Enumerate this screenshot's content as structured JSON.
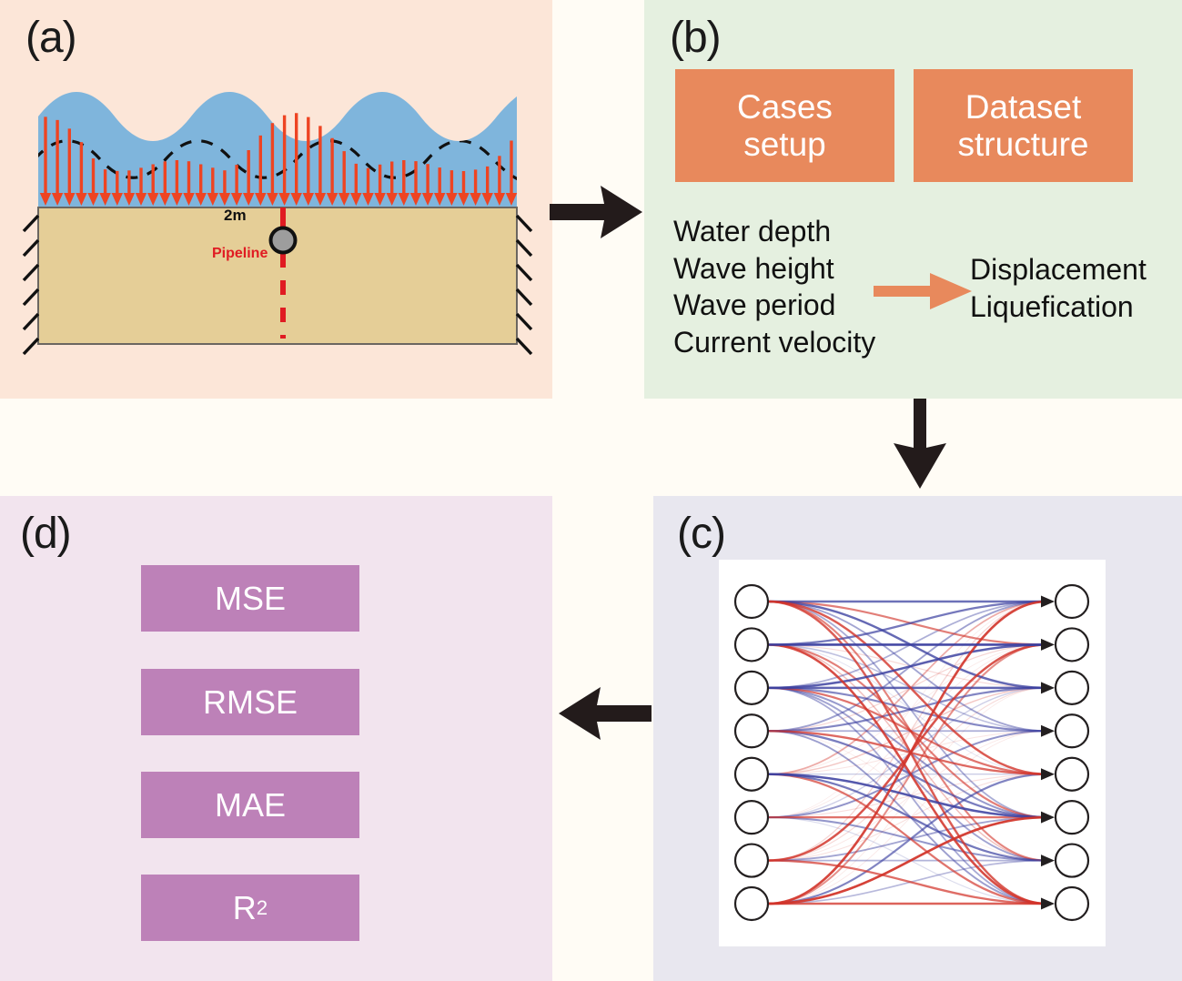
{
  "figure": {
    "panels": [
      {
        "id": "a",
        "label": "(a)"
      },
      {
        "id": "b",
        "label": "(b)"
      },
      {
        "id": "c",
        "label": "(c)"
      },
      {
        "id": "d",
        "label": "(d)"
      }
    ]
  },
  "panel_a": {
    "label": "(a)",
    "depth_label": "2m",
    "pipeline_label": "Pipeline",
    "colors": {
      "background": "#fce6d8",
      "water": "#7fb5dc",
      "soil": "#e5ce97",
      "load_arrow": "#ee4422",
      "pipeline_marker": "#e01b22",
      "pipe_fill": "#9d9d9d",
      "outline": "#6b6660"
    },
    "elements": {
      "water_surface": "wavy-free-surface",
      "wave_orbit": "dashed-wave-curve",
      "pressure_arrows_count": 40,
      "boundary_hatch_left_count": 6,
      "boundary_hatch_right_count": 6
    }
  },
  "panel_b": {
    "label": "(b)",
    "boxes": [
      {
        "line1": "Cases",
        "line2": "setup"
      },
      {
        "line1": "Dataset",
        "line2": "structure"
      }
    ],
    "inputs": [
      "Water depth",
      "Wave height",
      "Wave period",
      "Current velocity"
    ],
    "outputs": [
      "Displacement",
      "Liquefication"
    ],
    "colors": {
      "background": "#e5f0e0",
      "box": "#e8895c",
      "box_text": "#ffffff",
      "arrow": "#e8895c",
      "text": "#111111"
    }
  },
  "panel_c": {
    "label": "(c)",
    "network": {
      "input_nodes": 8,
      "output_nodes": 8,
      "positive_weight_color": "#d2342a",
      "negative_weight_color": "#3b40a0",
      "node_stroke": "#231f20",
      "node_fill": "#ffffff",
      "canvas": "#ffffff"
    },
    "colors": {
      "background": "#e8e7ef"
    }
  },
  "panel_d": {
    "label": "(d)",
    "metrics": [
      {
        "text": "MSE",
        "sup": ""
      },
      {
        "text": "RMSE",
        "sup": ""
      },
      {
        "text": "MAE",
        "sup": ""
      },
      {
        "text": "R",
        "sup": "2"
      }
    ],
    "colors": {
      "background": "#f2e4ee",
      "box": "#bd81b8",
      "box_text": "#ffffff"
    }
  },
  "connectors": {
    "a_to_b": "arrow-right",
    "b_to_c": "arrow-down",
    "c_to_d": "arrow-left",
    "color": "#231b1b"
  }
}
